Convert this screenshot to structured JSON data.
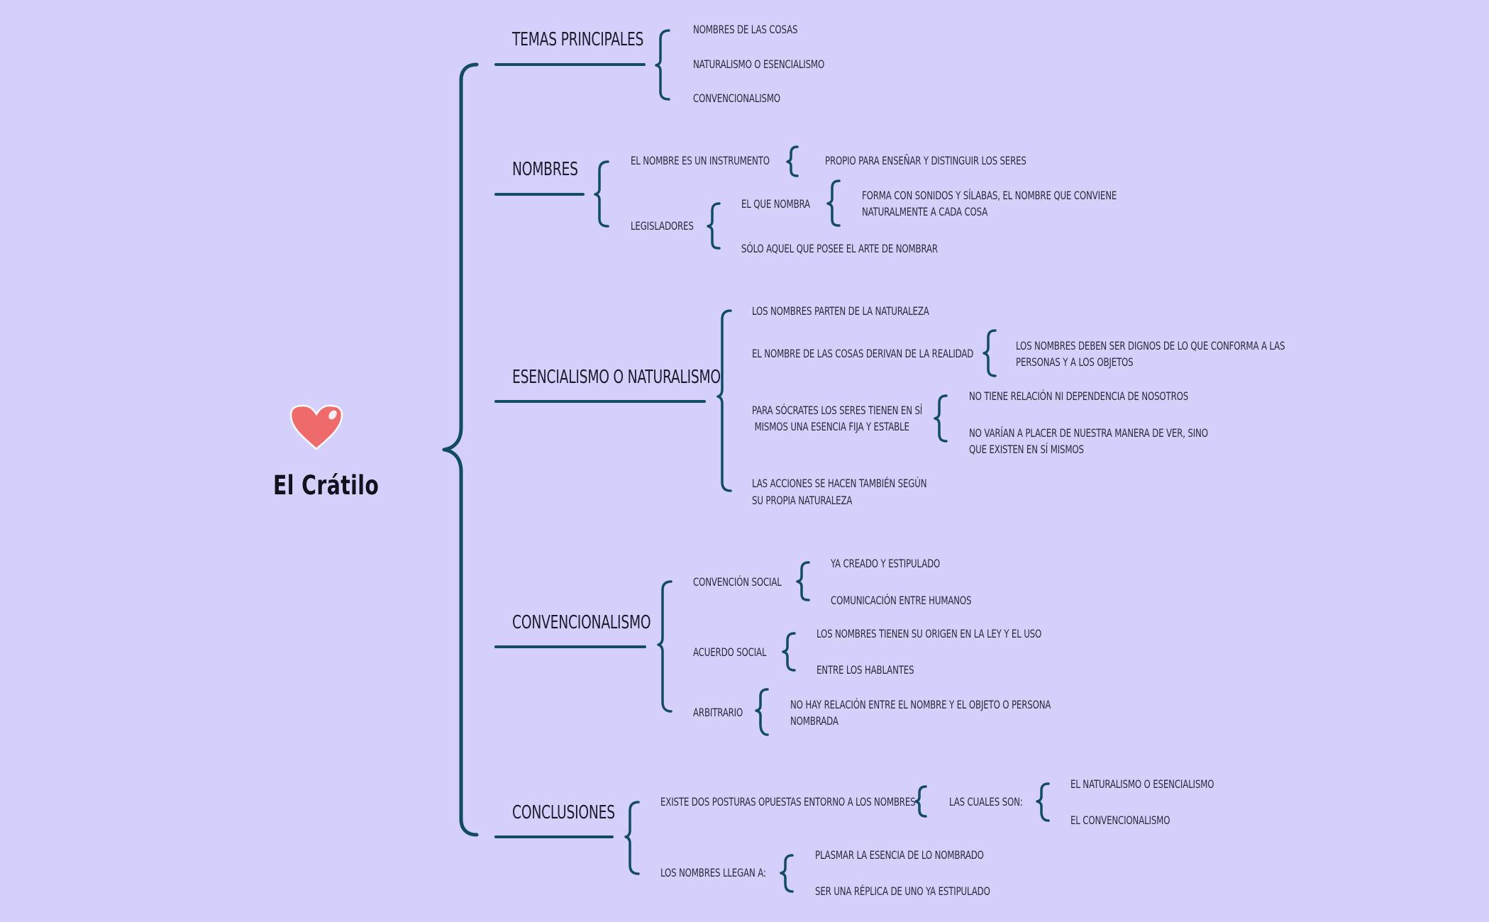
{
  "title": "El Crátilo",
  "icon": "heart-icon",
  "colors": {
    "background": "#d4d0fb",
    "lines": "#134a66",
    "heart": "#ef6b6b"
  },
  "sections": {
    "temas": {
      "heading": "Temas principales",
      "items": [
        "Nombres de las cosas",
        "Naturalismo o esencialismo",
        "Convencionalismo"
      ]
    },
    "nombres": {
      "heading": "Nombres",
      "instrumento": {
        "label": "El nombre es un instrumento",
        "detail": "Propio para enseñar y distinguir los seres"
      },
      "legisladores": {
        "label": "Legisladores",
        "el_que_nombra": {
          "label": "El que nombra",
          "detail_l1": "forma con sonidos y sílabas, el nombre que conviene",
          "detail_l2": "naturalmente a cada cosa"
        },
        "solo_aquel": "Sólo aquel que posee el arte de nombrar"
      }
    },
    "esencialismo": {
      "heading": "Esencialismo o naturalismo",
      "parten": "Los nombres parten de la naturaleza",
      "derivan": {
        "label": "El nombre de las cosas derivan de la realidad",
        "detail_l1": "Los nombres deben ser dignos de lo que conforma a las",
        "detail_l2": "personas y a los objetos"
      },
      "socrates": {
        "label_l1": "Para Sócrates los seres tienen en sí",
        "label_l2": " mismos una esencia fija y estable",
        "no_relacion": "No tiene relación ni dependencia de nosotros",
        "no_varian_l1": "No varían a placer de nuestra manera de ver, sino",
        "no_varian_l2": "que existen en sí mismos"
      },
      "acciones_l1": "Las acciones se hacen también según",
      "acciones_l2": "su propia naturaleza"
    },
    "convencionalismo": {
      "heading": "Convencionalismo",
      "convencion": {
        "label": "Convención social",
        "a": "Ya creado y estipulado",
        "b": "Comunicación entre humanos"
      },
      "acuerdo": {
        "label": "Acuerdo social",
        "a": "Los nombres tienen su origen en la ley y el uso",
        "b": "Entre los hablantes"
      },
      "arbitrario": {
        "label": "Arbitrario",
        "detail_l1": "No hay relación entre el nombre y el objeto o persona",
        "detail_l2": "nombrada"
      }
    },
    "conclusiones": {
      "heading": "Conclusiones",
      "posturas": "Existe dos posturas opuestas entorno a los nombres",
      "cuales": "Las cuales son:",
      "naturalismo": "El naturalismo o esencialismo",
      "convencionalismo": "El convencionalismo",
      "llegan": "Los nombres llegan a:",
      "plasmar": "Plasmar la esencia de lo nombrado",
      "replica": "Ser una réplica de uno ya estipulado"
    }
  }
}
